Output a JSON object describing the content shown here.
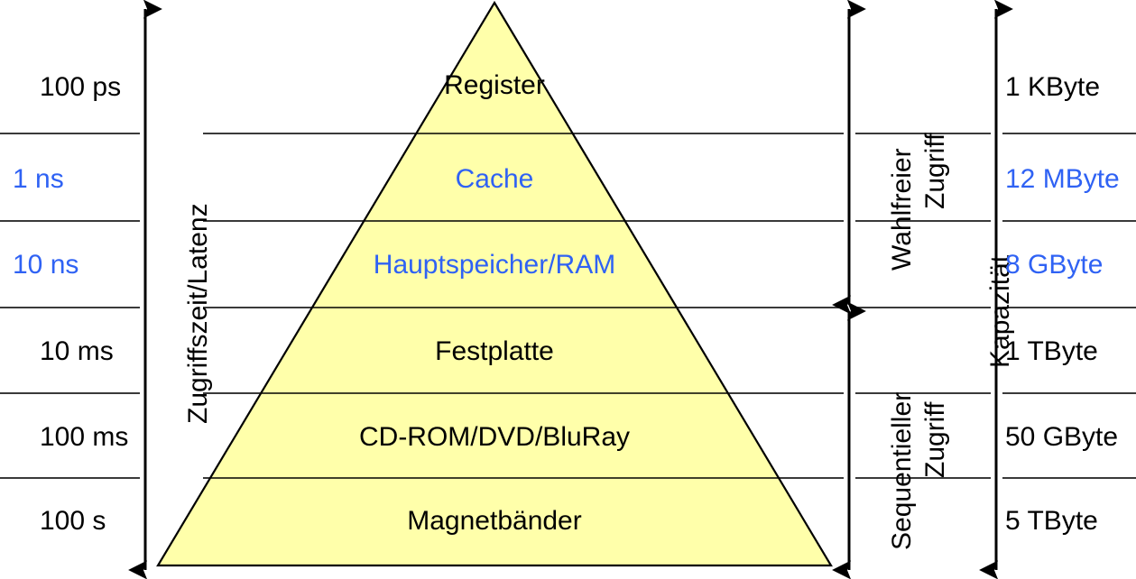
{
  "diagram": {
    "title_semantic": "memory-hierarchy-pyramid",
    "colors": {
      "pyramid_fill": "#ffffaa",
      "pyramid_stroke": "#000000",
      "divider_line": "#3a3a3a",
      "text_black": "#000000",
      "text_blue": "#2f62f4",
      "background": "#ffffff"
    }
  },
  "left_axis": {
    "label": "Zugriffszeit/Latenz",
    "values": [
      {
        "text": "100 ps",
        "color": "black"
      },
      {
        "text": "1 ns",
        "color": "blue"
      },
      {
        "text": "10 ns",
        "color": "blue"
      },
      {
        "text": "10 ms",
        "color": "black"
      },
      {
        "text": "100 ms",
        "color": "black"
      },
      {
        "text": "100 s",
        "color": "black"
      }
    ]
  },
  "pyramid": {
    "levels": [
      {
        "text": "Register",
        "color": "black"
      },
      {
        "text": "Cache",
        "color": "blue"
      },
      {
        "text": "Hauptspeicher/RAM",
        "color": "blue"
      },
      {
        "text": "Festplatte",
        "color": "black"
      },
      {
        "text": "CD-ROM/DVD/BluRay",
        "color": "black"
      },
      {
        "text": "Magnetbänder",
        "color": "black"
      }
    ]
  },
  "access_axis": {
    "groups": [
      {
        "line1": "Wahlfreier",
        "line2": "Zugriff"
      },
      {
        "line1": "Sequentieller",
        "line2": "Zugriff"
      }
    ]
  },
  "right_axis": {
    "label": "Kapazität",
    "values": [
      {
        "text": "1 KByte",
        "color": "black"
      },
      {
        "text": "12 MByte",
        "color": "blue"
      },
      {
        "text": "8 GByte",
        "color": "blue"
      },
      {
        "text": "1 TByte",
        "color": "black"
      },
      {
        "text": "50 GByte",
        "color": "black"
      },
      {
        "text": "5 TByte",
        "color": "black"
      }
    ]
  }
}
